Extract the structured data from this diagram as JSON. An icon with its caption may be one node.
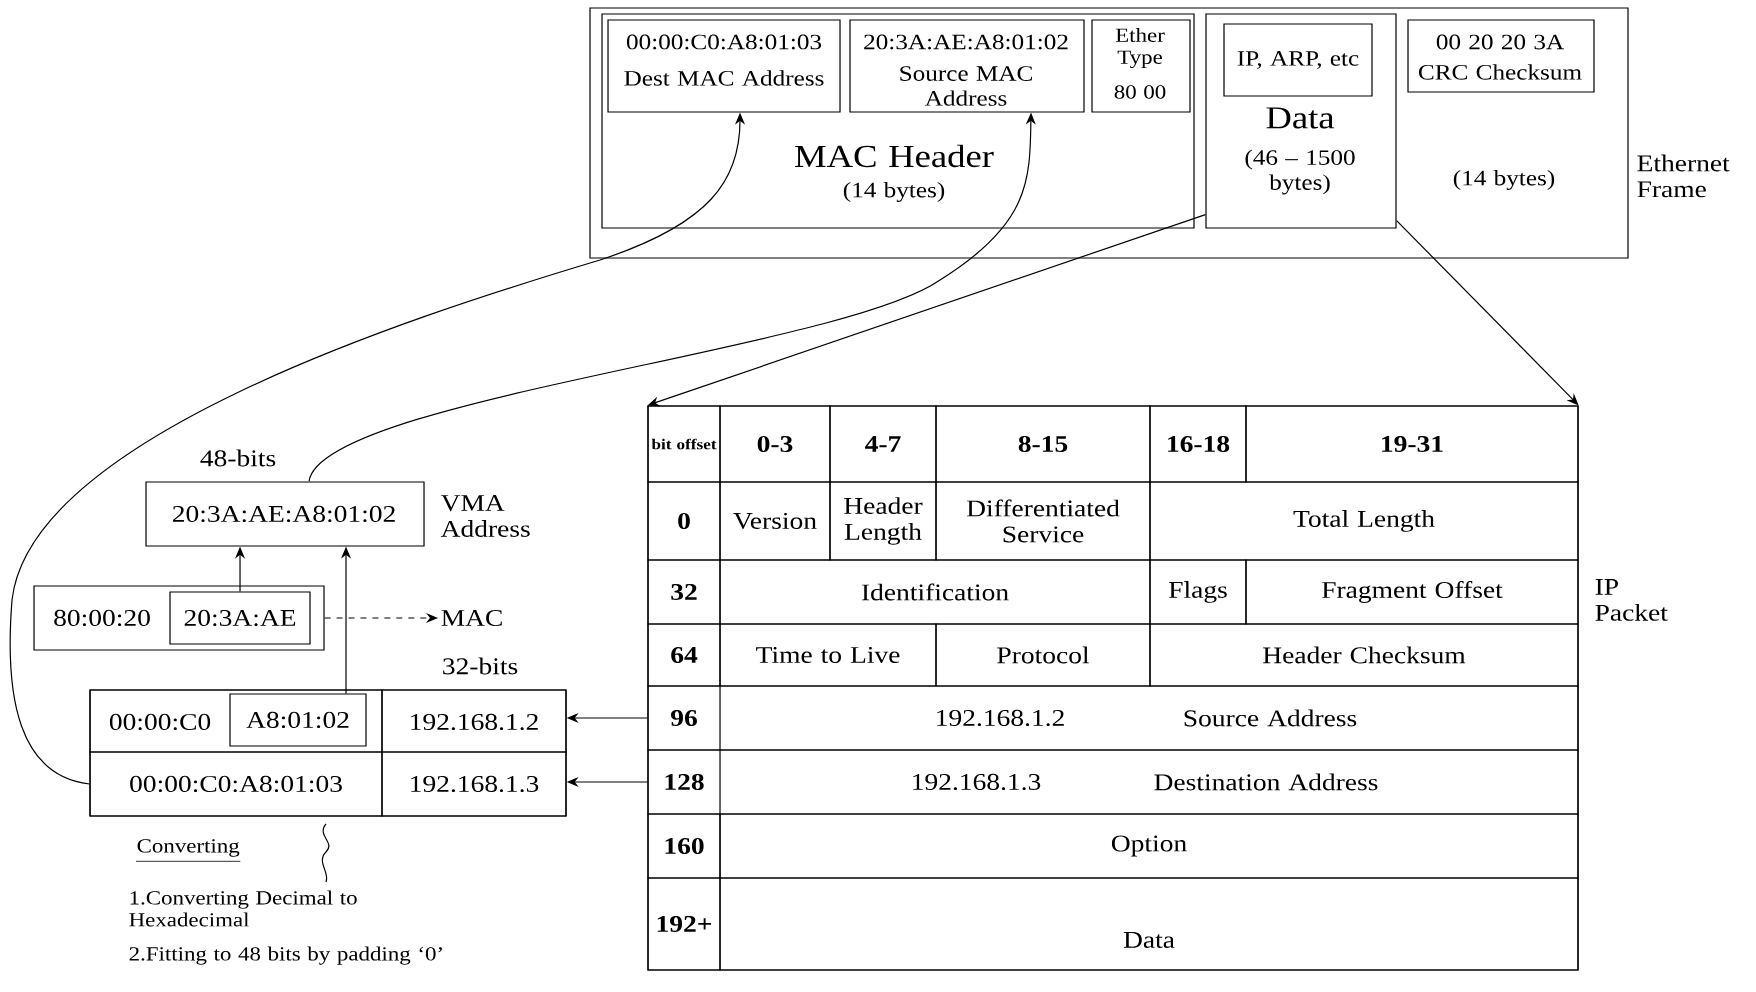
{
  "diagram": {
    "nodes": [
      {
        "text": [
          "Ethernet Frame"
        ]
      },
      {
        "text": [
          "MAC Header",
          "(14 bytes)"
        ],
        "in": 0
      },
      {
        "text": [
          "00:00:C0:A8:01:03",
          "Dest MAC Address"
        ],
        "in": 1
      },
      {
        "text": [
          "20:3A:AE:A8:01:02",
          "Source MAC Address"
        ],
        "in": 1
      },
      {
        "text": [
          "Ether Type",
          "80 00"
        ],
        "in": 1
      },
      {
        "text": [
          "Data",
          "(46 – 1500 bytes)"
        ],
        "in": 0
      },
      {
        "text": [
          "IP, ARP, etc"
        ],
        "in": 5
      },
      {
        "text": [
          "00 20 20 3A",
          "CRC Checksum"
        ],
        "in": 0,
        "beside": [
          "(14 bytes)"
        ]
      },
      {
        "text": [
          "20:3A:AE:A8:01:02"
        ],
        "beside": [
          "48-bits",
          "VMA Address"
        ]
      },
      {
        "text": [
          "80:00:20"
        ]
      },
      {
        "text": [
          "20:3A:AE"
        ],
        "in": 9
      },
      {
        "text": [
          "MAC"
        ]
      },
      {
        "text": [],
        "shape": "box",
        "beside": [
          "32-bits"
        ]
      },
      {
        "text": [
          "00:00:C0"
        ],
        "in": 12
      },
      {
        "text": [
          "A8:01:02"
        ],
        "in": 13
      },
      {
        "text": [
          "192.168.1.2"
        ],
        "in": 12
      },
      {
        "text": [
          "00:00:C0:A8:01:03"
        ],
        "in": 12
      },
      {
        "text": [
          "192.168.1.3"
        ],
        "in": 12
      },
      {
        "text": [
          "IP Packet"
        ]
      },
      {
        "text": [
          "96",
          "192.168.1.2",
          "Source Address"
        ],
        "in": 18
      },
      {
        "text": [
          "128",
          "192.168.1.3",
          "Destination Address"
        ],
        "in": 18
      }
    ],
    "edges": [
      {
        "from": 8,
        "to": 3,
        "arrow": "to"
      },
      {
        "from": 16,
        "to": 2,
        "arrow": "to"
      },
      {
        "from": 5,
        "to": 18,
        "arrow": "to"
      },
      {
        "from": 5,
        "to": 18,
        "arrow": "to"
      },
      {
        "from": 10,
        "to": 8,
        "arrow": "to"
      },
      {
        "from": 14,
        "to": 8,
        "arrow": "to"
      },
      {
        "from": 9,
        "to": 11,
        "arrow": "to",
        "style": "dashed"
      },
      {
        "from": 19,
        "to": 15,
        "arrow": "to"
      },
      {
        "from": 20,
        "to": 17,
        "arrow": "to"
      }
    ],
    "labels": [
      "bit offset",
      "0-3",
      "4-7",
      "8-15",
      "16-18",
      "19-31",
      "0",
      "Version",
      "Header Length",
      "Differentiated Service",
      "Total Length",
      "32",
      "Identification",
      "Flags",
      "Fragment Offset",
      "64",
      "Time to Live",
      "Protocol",
      "Header Checksum",
      "160",
      "Option",
      "192+",
      "Data",
      "Converting",
      "1.Converting Decimal to Hexadecimal",
      "2.Fitting to 48 bits by padding ‘0’"
    ]
  }
}
